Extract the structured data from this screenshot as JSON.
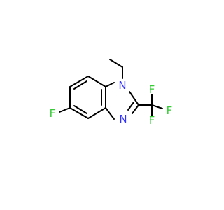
{
  "molecule": {
    "labels": {
      "N1": "N",
      "N3": "N",
      "F_ring": "F",
      "F_a": "F",
      "F_b": "F",
      "F_c": "F"
    },
    "colors": {
      "bond": "#000000",
      "nitrogen": "#3333ff",
      "fluorine": "#33cc33",
      "background": "#ffffff"
    }
  }
}
